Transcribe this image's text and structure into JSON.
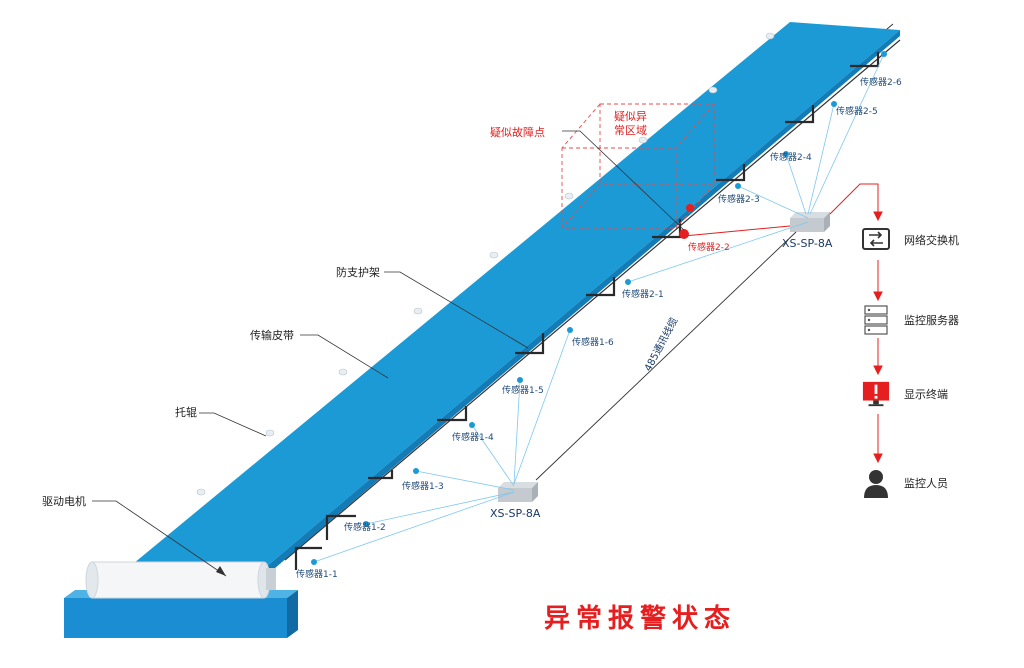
{
  "title": "异常报警状态",
  "callouts": {
    "motor": "驱动电机",
    "roller": "托辊",
    "belt": "传输皮带",
    "frame": "防支护架",
    "fault_point": "疑似故障点",
    "fault_area_line1": "疑似异",
    "fault_area_line2": "常区域"
  },
  "collectors": [
    {
      "label": "XS-SP-8A"
    },
    {
      "label": "XS-SP-8A"
    }
  ],
  "cable_label": "485通讯线缆",
  "sensors_group1": [
    "传感器1-1",
    "传感器1-2",
    "传感器1-3",
    "传感器1-4",
    "传感器1-5",
    "传感器1-6"
  ],
  "sensors_group2": [
    "传感器2-1",
    "传感器2-2",
    "传感器2-3",
    "传感器2-4",
    "传感器2-5",
    "传感器2-6"
  ],
  "flow": [
    {
      "label": "网络交换机",
      "icon": "network-switch-icon"
    },
    {
      "label": "监控服务器",
      "icon": "server-icon"
    },
    {
      "label": "显示终端",
      "icon": "alert-monitor-icon"
    },
    {
      "label": "监控人员",
      "icon": "person-icon"
    }
  ],
  "colors": {
    "belt": "#1b9ad6",
    "base": "#1b8ed3",
    "alarm": "#e51f1f",
    "sensor_line": "#7fc8ee",
    "dark": "#2a2a2a"
  }
}
